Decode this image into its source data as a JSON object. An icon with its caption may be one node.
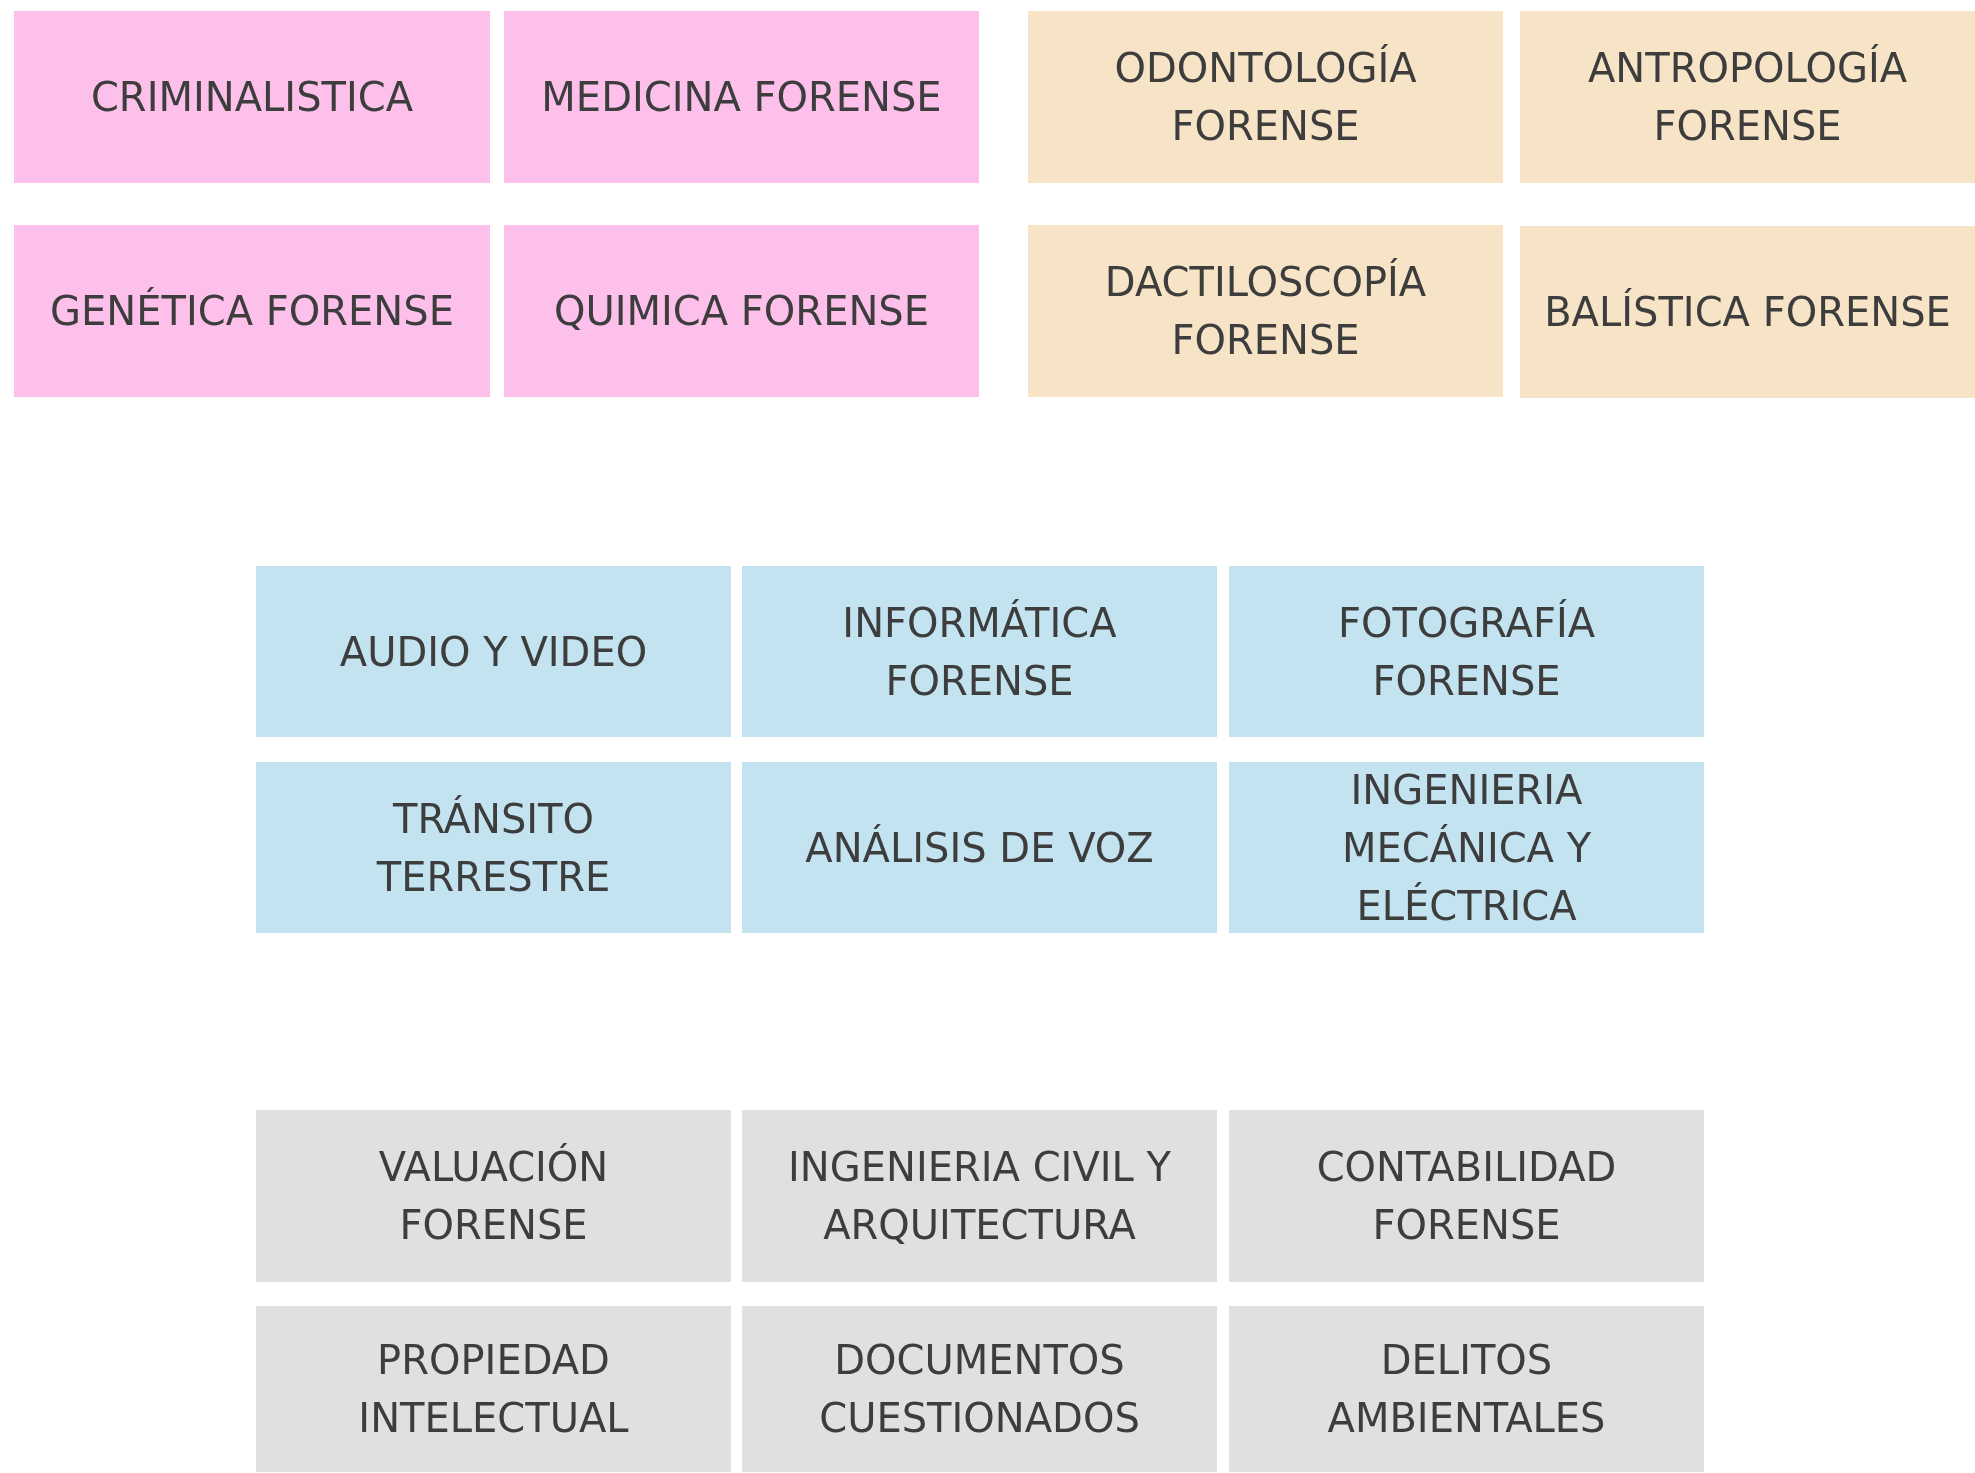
{
  "diagram": {
    "nodes": [
      {
        "text": [
          "CRIMINALISTICA"
        ]
      },
      {
        "text": [
          "MEDICINA FORENSE"
        ]
      },
      {
        "text": [
          "ODONTOLOGÍA FORENSE"
        ]
      },
      {
        "text": [
          "ANTROPOLOGÍA FORENSE"
        ]
      },
      {
        "text": [
          "GENÉTICA FORENSE"
        ]
      },
      {
        "text": [
          "QUIMICA FORENSE"
        ]
      },
      {
        "text": [
          "DACTILOSCOPÍA FORENSE"
        ]
      },
      {
        "text": [
          "BALÍSTICA FORENSE"
        ]
      },
      {
        "text": [
          "AUDIO Y VIDEO"
        ]
      },
      {
        "text": [
          "INFORMÁTICA FORENSE"
        ]
      },
      {
        "text": [
          "FOTOGRAFÍA FORENSE"
        ]
      },
      {
        "text": [
          "TRÁNSITO TERRESTRE"
        ]
      },
      {
        "text": [
          "ANÁLISIS DE VOZ"
        ]
      },
      {
        "text": [
          "INGENIERIA MECÁNICA Y ELÉCTRICA"
        ]
      },
      {
        "text": [
          "VALUACIÓN FORENSE"
        ]
      },
      {
        "text": [
          "INGENIERIA CIVIL Y ARQUITECTURA"
        ]
      },
      {
        "text": [
          "CONTABILIDAD FORENSE"
        ]
      },
      {
        "text": [
          "PROPIEDAD INTELECTUAL"
        ]
      },
      {
        "text": [
          "DOCUMENTOS CUESTIONADOS"
        ]
      },
      {
        "text": [
          "DELITOS AMBIENTALES"
        ]
      }
    ]
  }
}
